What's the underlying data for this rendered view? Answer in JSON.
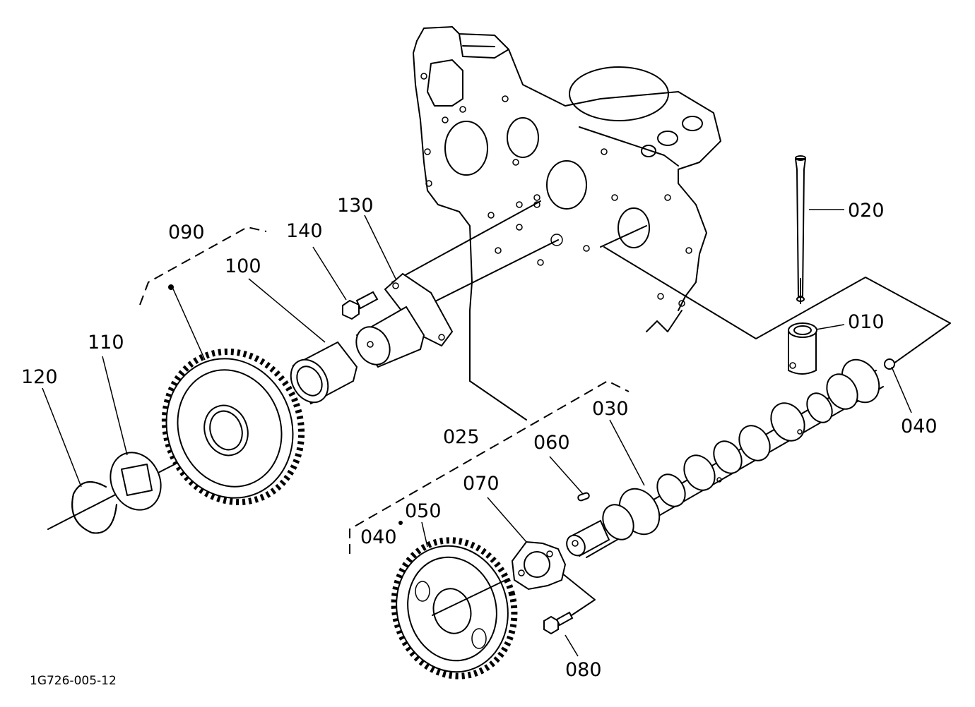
{
  "figure_code": "1G726-005-12",
  "parts": [
    {
      "key": "p010",
      "number": "010"
    },
    {
      "key": "p020",
      "number": "020"
    },
    {
      "key": "p025",
      "number": "025"
    },
    {
      "key": "p030",
      "number": "030"
    },
    {
      "key": "p040a",
      "number": "040"
    },
    {
      "key": "p040b",
      "number": "040"
    },
    {
      "key": "p050",
      "number": "050"
    },
    {
      "key": "p060",
      "number": "060"
    },
    {
      "key": "p070",
      "number": "070"
    },
    {
      "key": "p080",
      "number": "080"
    },
    {
      "key": "p090",
      "number": "090"
    },
    {
      "key": "p100",
      "number": "100"
    },
    {
      "key": "p110",
      "number": "110"
    },
    {
      "key": "p120",
      "number": "120"
    },
    {
      "key": "p130",
      "number": "130"
    },
    {
      "key": "p140",
      "number": "140"
    }
  ]
}
